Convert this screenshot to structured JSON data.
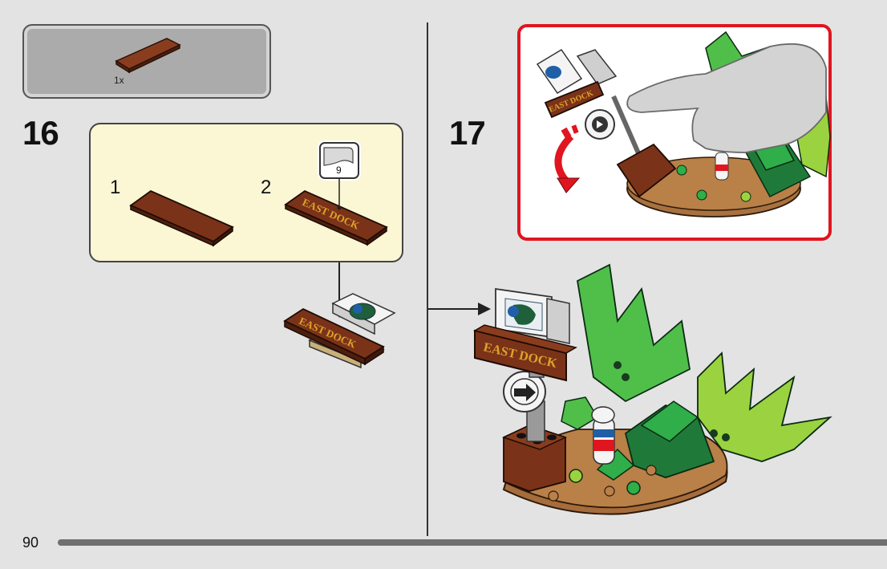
{
  "parts": {
    "count": "1x"
  },
  "step16": {
    "number": "16",
    "substeps": [
      {
        "label": "1"
      },
      {
        "label": "2"
      }
    ],
    "reference_page": "9"
  },
  "step17": {
    "number": "17"
  },
  "sign_text": "EAST DOCK",
  "page_number": "90",
  "colors": {
    "background": "#e3e3e3",
    "substep_background": "#fbf6d3",
    "callout_border": "#e0151f",
    "reddish_brown": "#6b2e17",
    "tan": "#e4cd9e",
    "bright_green": "#4fbf4a",
    "lime": "#9ad33f",
    "page_bar": "#6f6f6f"
  }
}
